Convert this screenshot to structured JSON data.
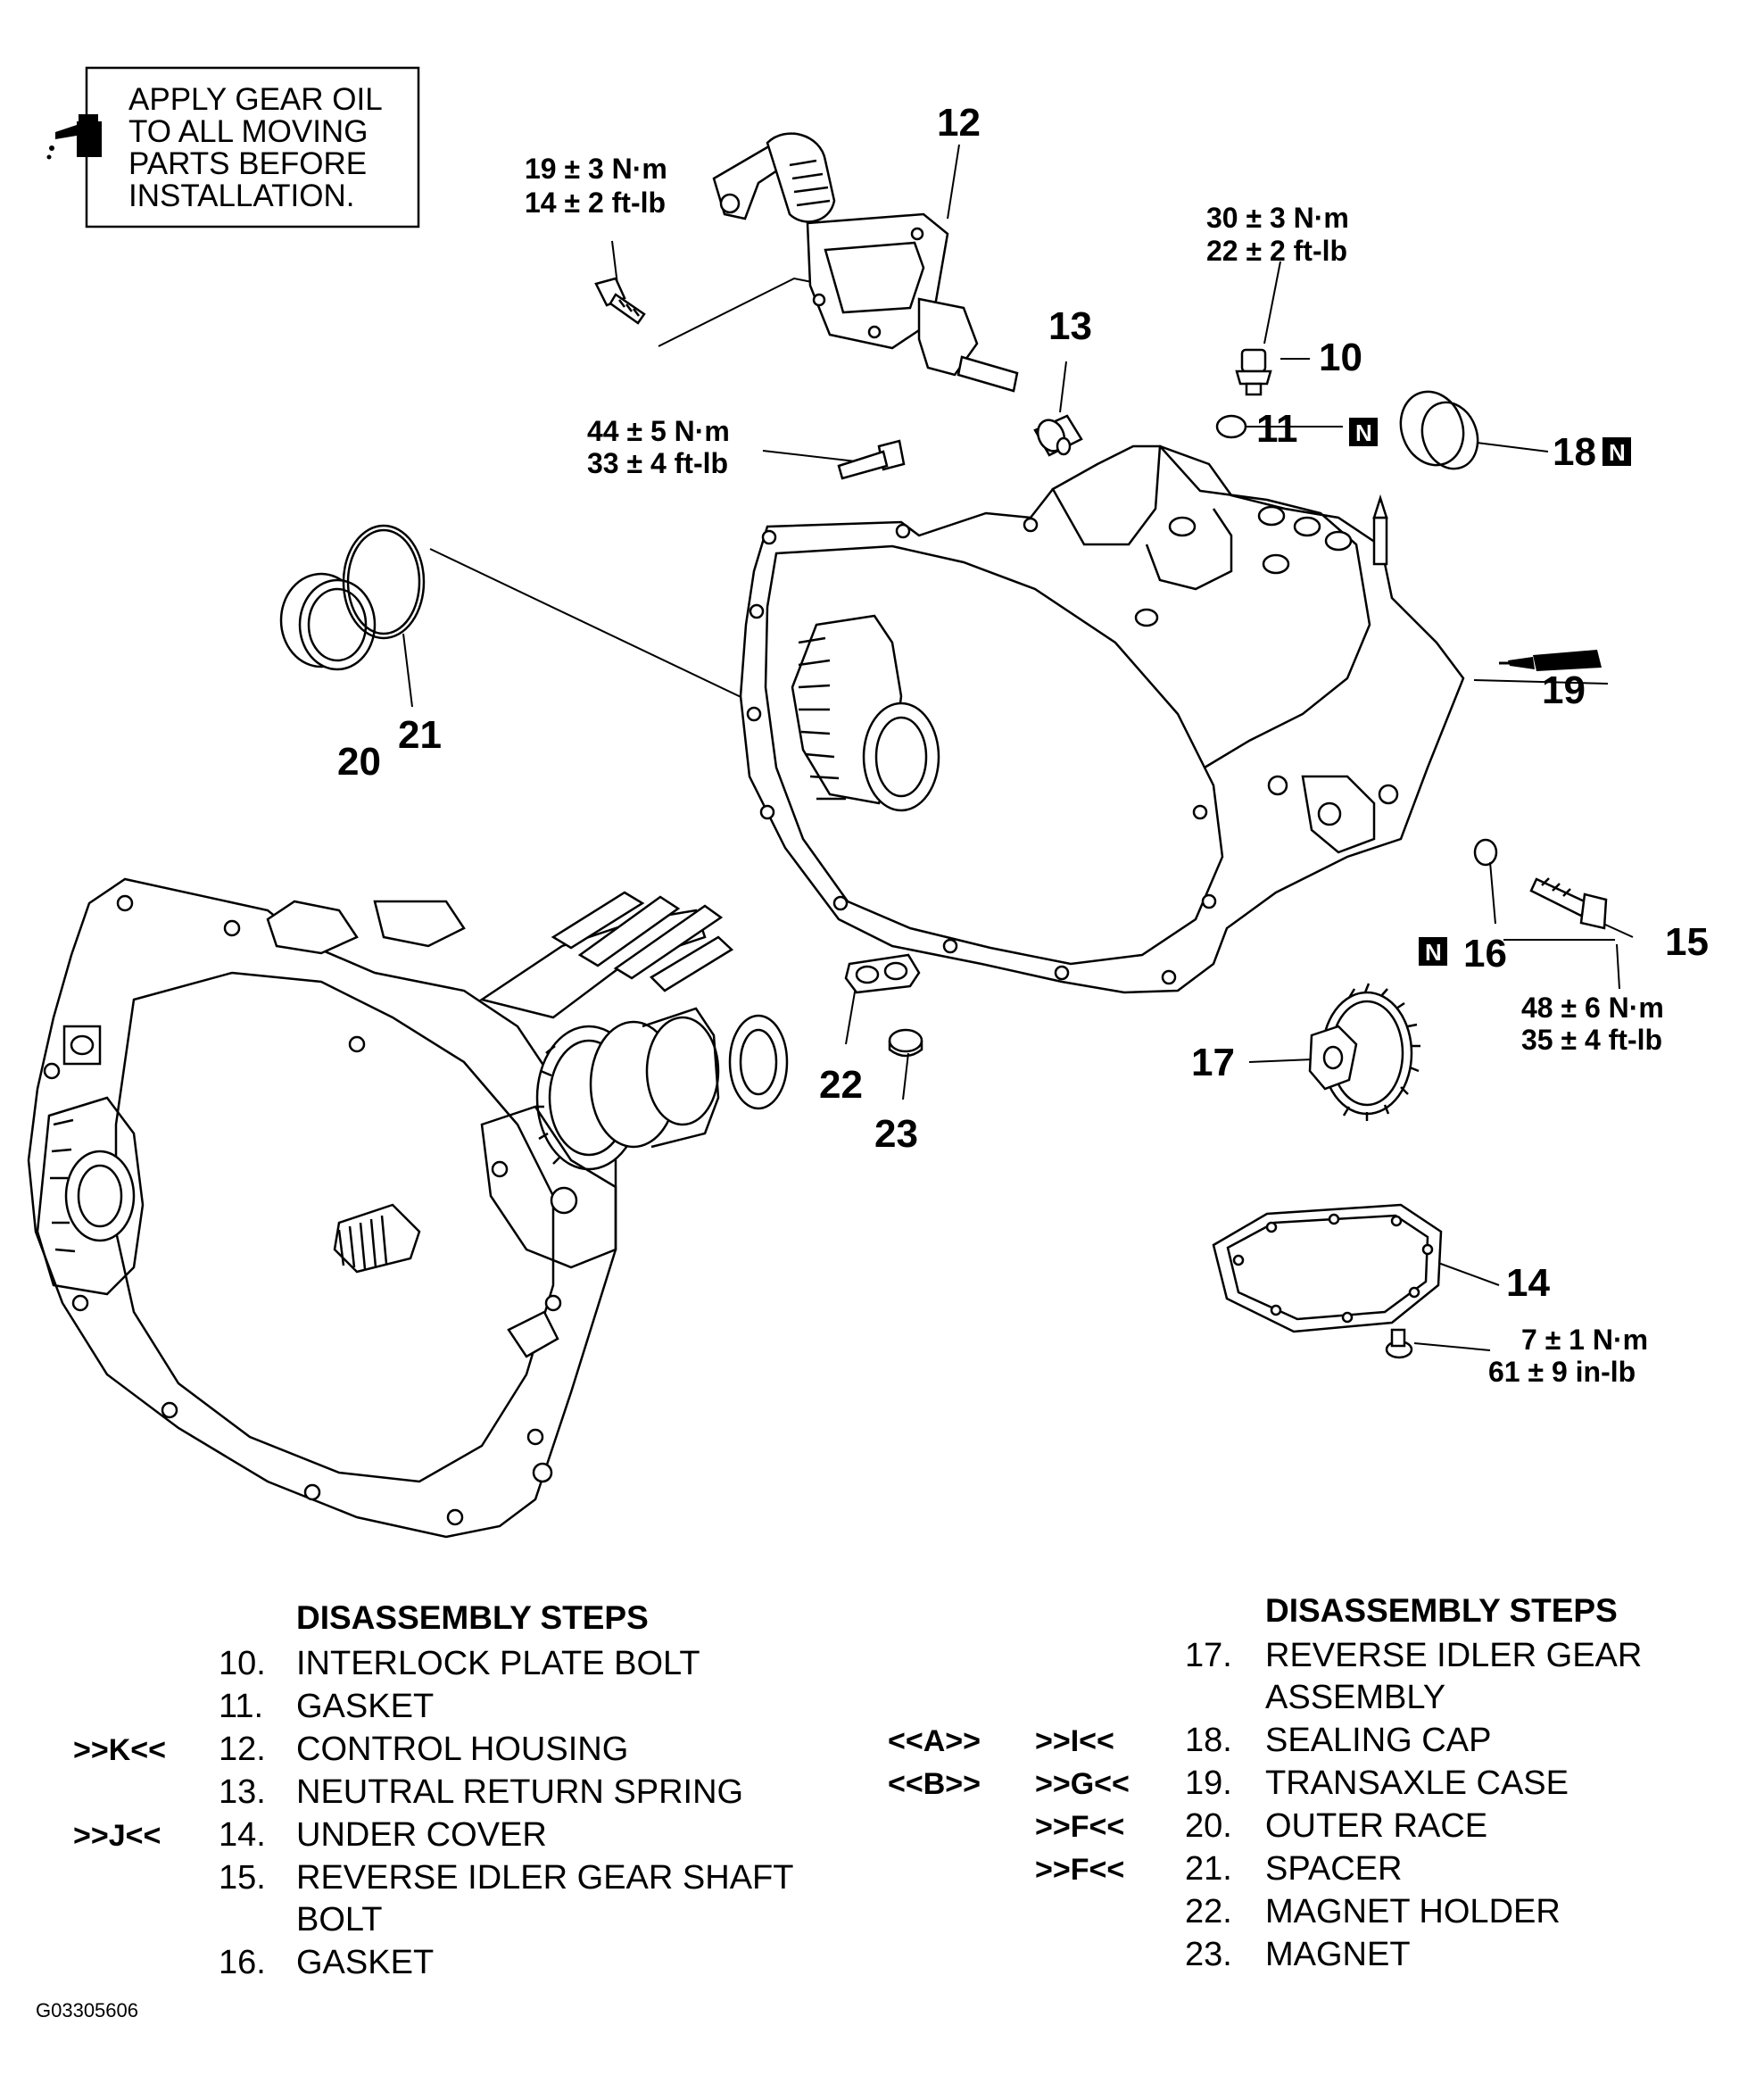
{
  "note": {
    "lines": [
      "APPLY GEAR OIL",
      "TO ALL MOVING",
      "PARTS BEFORE",
      "INSTALLATION."
    ],
    "icon": "oil-can-icon"
  },
  "callouts": {
    "c10": "10",
    "c11": "11",
    "c12": "12",
    "c13": "13",
    "c14": "14",
    "c15": "15",
    "c16": "16",
    "c17": "17",
    "c18": "18",
    "c19": "19",
    "c20": "20",
    "c21": "21",
    "c22": "22",
    "c23": "23"
  },
  "new_part_marker": "N",
  "torques": {
    "t12": [
      "19 ± 3 N·m",
      "14 ± 2 ft-lb"
    ],
    "t10": [
      "30 ± 3 N·m",
      "22 ± 2 ft-lb"
    ],
    "t13": [
      "44 ± 5 N·m",
      "33 ± 4 ft-lb"
    ],
    "t15": [
      "48 ± 6 N·m",
      "35 ± 4 ft-lb"
    ],
    "t14": [
      "7 ± 1 N·m",
      "61 ± 9 in-lb"
    ]
  },
  "steps_left": {
    "heading": "DISASSEMBLY STEPS",
    "items": [
      {
        "mark": "",
        "num": "10.",
        "text": "INTERLOCK PLATE BOLT"
      },
      {
        "mark": "",
        "num": "11.",
        "text": "GASKET"
      },
      {
        "mark": ">>K<<",
        "num": "12.",
        "text": "CONTROL HOUSING"
      },
      {
        "mark": "",
        "num": "13.",
        "text": "NEUTRAL RETURN SPRING"
      },
      {
        "mark": ">>J<<",
        "num": "14.",
        "text": "UNDER COVER"
      },
      {
        "mark": "",
        "num": "15.",
        "text": "REVERSE IDLER GEAR SHAFT"
      },
      {
        "mark": "",
        "num": "",
        "text": "BOLT"
      },
      {
        "mark": "",
        "num": "16.",
        "text": "GASKET"
      }
    ]
  },
  "steps_right": {
    "heading": "DISASSEMBLY STEPS",
    "items": [
      {
        "mark1": "",
        "mark2": "",
        "num": "17.",
        "text": "REVERSE IDLER GEAR"
      },
      {
        "mark1": "",
        "mark2": "",
        "num": "",
        "text": "ASSEMBLY"
      },
      {
        "mark1": "<<A>>",
        "mark2": ">>I<<",
        "num": "18.",
        "text": "SEALING CAP"
      },
      {
        "mark1": "<<B>>",
        "mark2": ">>G<<",
        "num": "19.",
        "text": "TRANSAXLE CASE"
      },
      {
        "mark1": "",
        "mark2": ">>F<<",
        "num": "20.",
        "text": "OUTER RACE"
      },
      {
        "mark1": "",
        "mark2": ">>F<<",
        "num": "21.",
        "text": "SPACER"
      },
      {
        "mark1": "",
        "mark2": "",
        "num": "22.",
        "text": "MAGNET HOLDER"
      },
      {
        "mark1": "",
        "mark2": "",
        "num": "23.",
        "text": "MAGNET"
      }
    ]
  },
  "figure_id": "G03305606"
}
